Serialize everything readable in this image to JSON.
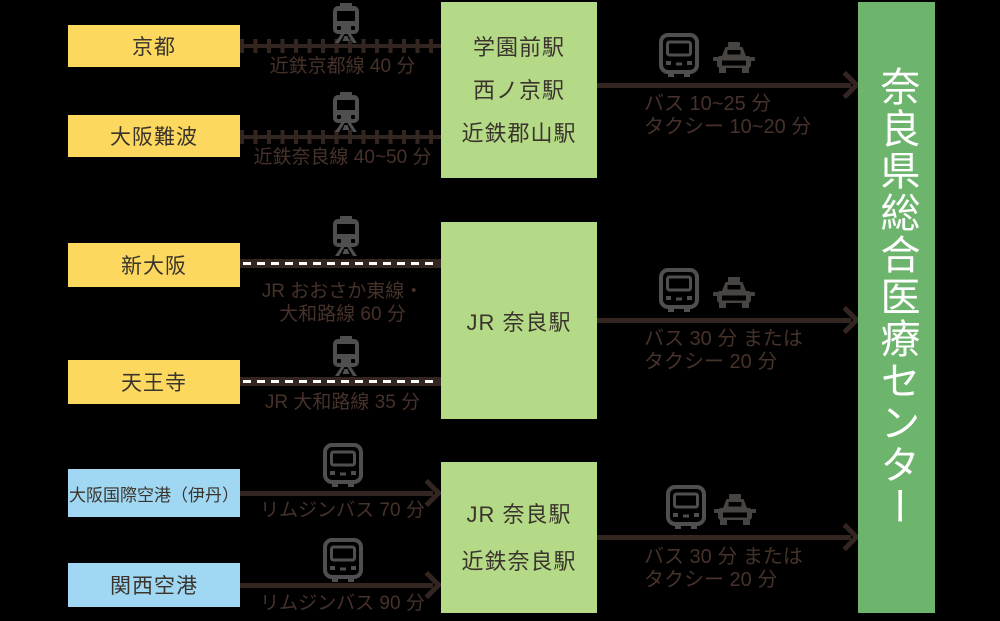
{
  "destination": {
    "name": "奈良県総合医療センター"
  },
  "origins": [
    {
      "label": "京都",
      "kind": "station"
    },
    {
      "label": "大阪難波",
      "kind": "station"
    },
    {
      "label": "新大阪",
      "kind": "station"
    },
    {
      "label": "天王寺",
      "kind": "station"
    },
    {
      "label": "大阪国際空港（伊丹）",
      "kind": "airport"
    },
    {
      "label": "関西空港",
      "kind": "airport"
    }
  ],
  "hubs": [
    {
      "stations": [
        "学園前駅",
        "西ノ京駅",
        "近鉄郡山駅"
      ]
    },
    {
      "stations": [
        "JR 奈良駅"
      ]
    },
    {
      "stations": [
        "JR 奈良駅",
        "近鉄奈良駅"
      ]
    }
  ],
  "segments": [
    {
      "icon": "train-icon",
      "label_lines": [
        "近鉄京都線 40 分"
      ]
    },
    {
      "icon": "train-icon",
      "label_lines": [
        "近鉄奈良線 40~50 分"
      ]
    },
    {
      "icon": "train-icon",
      "label_lines": [
        "JR おおさか東線・",
        "大和路線 60 分"
      ]
    },
    {
      "icon": "train-icon",
      "label_lines": [
        "JR 大和路線 35 分"
      ]
    },
    {
      "icon": "bus-icon",
      "label_lines": [
        "リムジンバス 70 分"
      ]
    },
    {
      "icon": "bus-icon",
      "label_lines": [
        "リムジンバス 90 分"
      ]
    }
  ],
  "final_legs": [
    {
      "icons": [
        "bus-icon",
        "taxi-icon"
      ],
      "label_lines": [
        "バス 10~25 分",
        "タクシー 10~20 分"
      ]
    },
    {
      "icons": [
        "bus-icon",
        "taxi-icon"
      ],
      "label_lines": [
        "バス 30 分 または",
        "タクシー 20 分"
      ]
    },
    {
      "icons": [
        "bus-icon",
        "taxi-icon"
      ],
      "label_lines": [
        "バス 30 分 または",
        "タクシー 20 分"
      ]
    }
  ],
  "colors": {
    "background": "#000000",
    "station_box": "#fcd95e",
    "airport_box": "#a0d8f4",
    "hub_box": "#b4d987",
    "destination_bar": "#6db46d",
    "line_and_arrow": "#332621",
    "route_label_text": "#46322a",
    "box_text": "#3a342c",
    "icon_gray": "#4f4f4f",
    "destination_text": "#ffffff"
  }
}
